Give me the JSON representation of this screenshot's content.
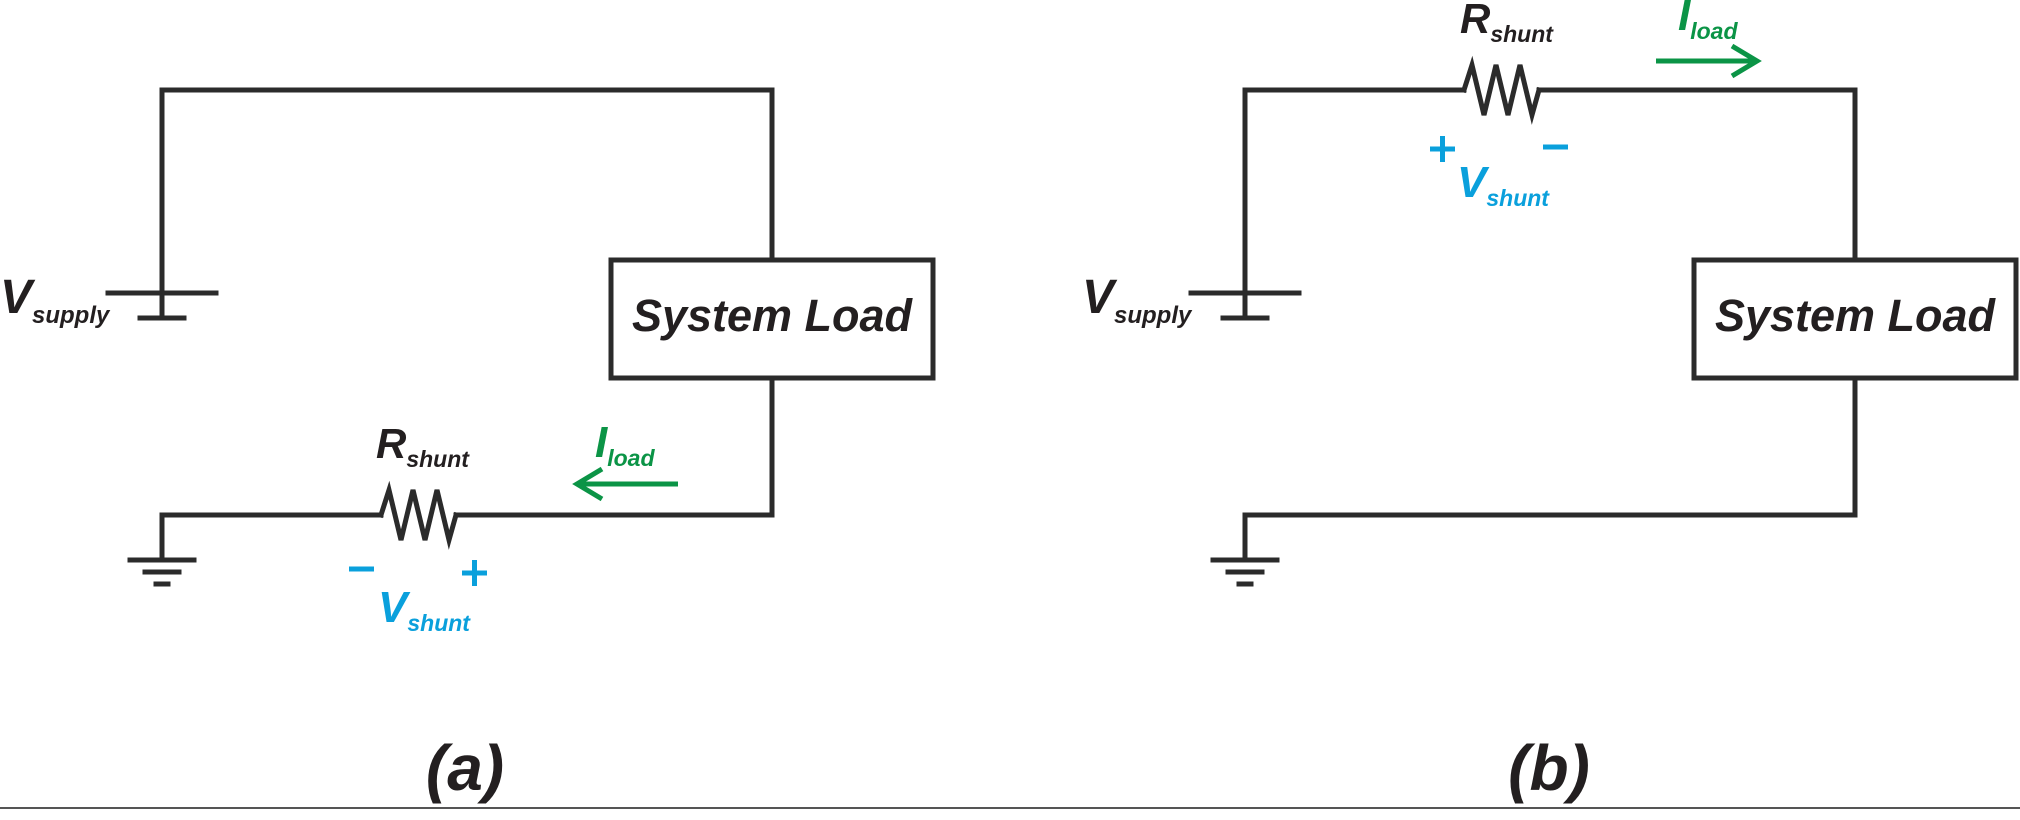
{
  "panel_a": {
    "caption": "(a)",
    "v_supply": {
      "main": "V",
      "sub": "supply"
    },
    "load_label": "System Load",
    "r_shunt": {
      "main": "R",
      "sub": "shunt"
    },
    "i_load": {
      "main": "I",
      "sub": "load"
    },
    "v_shunt": {
      "main": "V",
      "sub": "shunt"
    },
    "polarity": {
      "left": "−",
      "right": "+"
    }
  },
  "panel_b": {
    "caption": "(b)",
    "v_supply": {
      "main": "V",
      "sub": "supply"
    },
    "load_label": "System Load",
    "r_shunt": {
      "main": "R",
      "sub": "shunt"
    },
    "i_load": {
      "main": "I",
      "sub": "load"
    },
    "v_shunt": {
      "main": "V",
      "sub": "shunt"
    },
    "polarity": {
      "left": "+",
      "right": "−"
    }
  },
  "colors": {
    "wire": "#2b2b2b",
    "current": "#0b9446",
    "voltage": "#0aa0dc"
  }
}
